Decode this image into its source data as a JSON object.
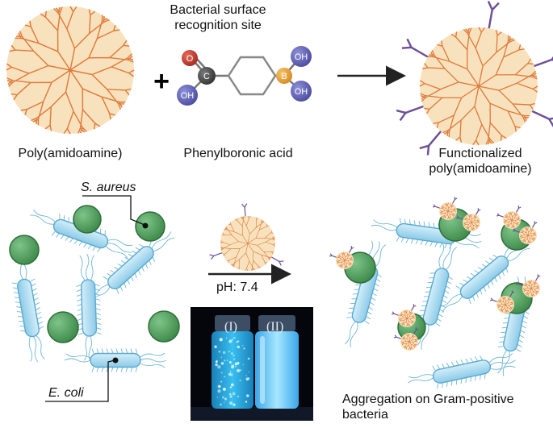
{
  "colors": {
    "dendrimer_fill": "#f8e2bd",
    "dendrimer_branch": "#e07a3c",
    "gram_positive": "#4e9d5a",
    "gram_negative": "#a9d9ef",
    "receptor": "#6d4f97",
    "oxygen": "#c0392b",
    "carbon": "#4a4a4a",
    "boron": "#e8a13a",
    "hydroxyl": "#5d5fb3",
    "vial_glow": "#37c9f5"
  },
  "top": {
    "header_line1": "Bacterial surface",
    "header_line2": "recognition site",
    "plus": "+",
    "atoms": {
      "oxygen": "O",
      "carbon": "C",
      "boron": "B",
      "hydroxyl": "OH"
    },
    "labels": {
      "dendrimer": "Poly(amidoamine)",
      "reagent": "Phenylboronic acid",
      "product_line1": "Functionalized",
      "product_line2": "poly(amidoamine)"
    }
  },
  "bottom": {
    "callouts": {
      "s_aureus": "S. aureus",
      "e_coli": "E. coli"
    },
    "condition": "pH: 7.4",
    "vials": [
      "(I)",
      "(II)"
    ],
    "result_line1": "Aggregation on Gram-positive",
    "result_line2": "bacteria"
  }
}
